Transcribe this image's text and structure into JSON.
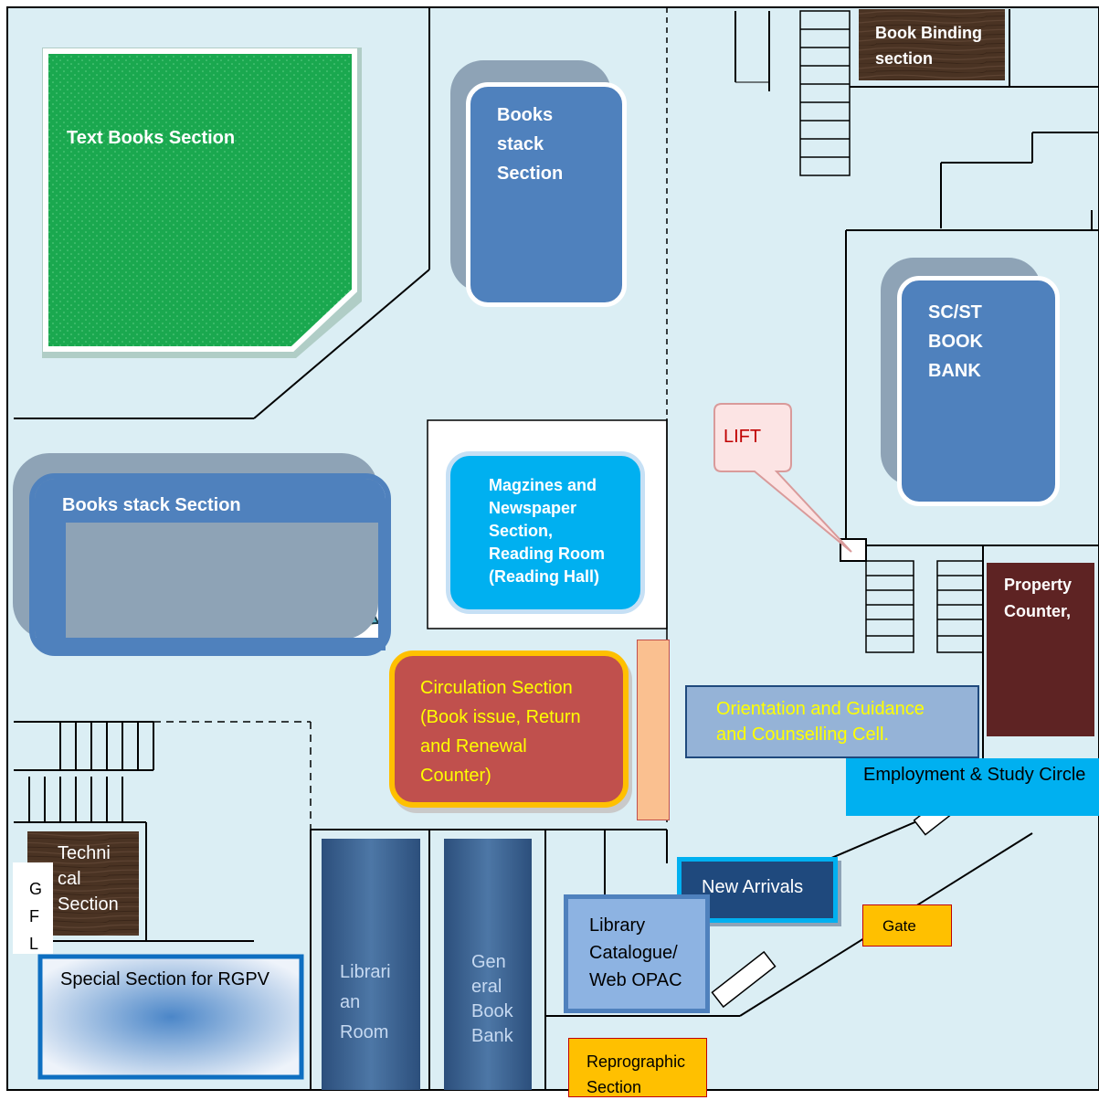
{
  "colors": {
    "floor": "#dbeef4",
    "wall": "#000000",
    "green": "#1aa84f",
    "blue": "#4f81bd",
    "cyan": "#00b0f0",
    "brown": "#4a3323",
    "maroon": "#5e2323",
    "red": "#c0504d",
    "orange_border": "#ffc000",
    "peach": "#fac090",
    "light_blue": "#95b3d7",
    "navy": "#1f497d",
    "yellow": "#ffc000",
    "yellow_text": "#ffff00"
  },
  "rooms": {
    "text_books": "Text Books Section",
    "books_stack_top": "Books\nstack\nSection",
    "scst_book_bank": "SC/ST\nBOOK\nBANK",
    "book_binding": "Book Binding\nsection",
    "books_stack_left": "Books stack Section",
    "magazines": "Magzines and\nNewspaper\nSection,\nReading Room\n(Reading Hall)",
    "lift": "LIFT",
    "property_counter": "Property\nCounter,",
    "circulation": "Circulation Section\n(Book issue, Return\nand Renewal\nCounter)",
    "orientation": "Orientation and Guidance\nand  Counselling Cell.",
    "employment": "Employment & Study Circle",
    "technical": "Techni\ncal\nSection",
    "gfl": "G\nF\nL",
    "special_rgpv": "Special Section for RGPV",
    "librarian": "Librari\nan\nRoom",
    "general_book_bank": "Gen\neral\nBook\nBank",
    "new_arrivals": "New Arrivals",
    "catalogue": "Library\nCatalogue/\nWeb OPAC",
    "gate": "Gate",
    "reprographic": "Reprographic\nSection"
  },
  "icons": {
    "books_image": "books-stack-icon",
    "stairs": "staircase-icon"
  }
}
